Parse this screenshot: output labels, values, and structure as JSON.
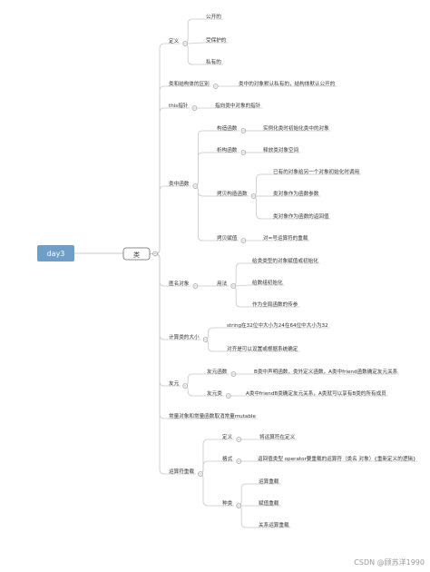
{
  "root": "day3",
  "cls": "类",
  "nodes": [
    {
      "id": "def",
      "label": "定义"
    },
    {
      "id": "def1",
      "label": "公开的"
    },
    {
      "id": "def2",
      "label": "受保护的"
    },
    {
      "id": "def3",
      "label": "私有的"
    },
    {
      "id": "diff",
      "label": "类和结构体的区别"
    },
    {
      "id": "diff1",
      "label": "类中的对象默认私有的，结构体默认公开的"
    },
    {
      "id": "this",
      "label": "this指针"
    },
    {
      "id": "this1",
      "label": "指向类中对象的指针"
    },
    {
      "id": "func",
      "label": "类中函数"
    },
    {
      "id": "ctor",
      "label": "构造函数"
    },
    {
      "id": "ctor1",
      "label": "实例化类时初始化类中的对象"
    },
    {
      "id": "dtor",
      "label": "析构函数"
    },
    {
      "id": "dtor1",
      "label": "释放类对象空间"
    },
    {
      "id": "copy",
      "label": "拷贝构造函数"
    },
    {
      "id": "copy1",
      "label": "已有的对象给另一个对象初始化时调用"
    },
    {
      "id": "copy2",
      "label": "类对象作为函数参数"
    },
    {
      "id": "copy3",
      "label": "类对象作为函数的返回值"
    },
    {
      "id": "assign",
      "label": "拷贝赋值"
    },
    {
      "id": "assign1",
      "label": "对=号运算符的重载"
    },
    {
      "id": "anon",
      "label": "匿名对象"
    },
    {
      "id": "use",
      "label": "用法"
    },
    {
      "id": "use1",
      "label": "给类类型的对象赋值或初始化"
    },
    {
      "id": "use2",
      "label": "给数组初始化"
    },
    {
      "id": "use3",
      "label": "作为全局函数的传参"
    },
    {
      "id": "size",
      "label": "计算类的大小"
    },
    {
      "id": "size1",
      "label": "string在32位中大小为24在64位中大小为32"
    },
    {
      "id": "size2",
      "label": "对齐是可以设置或根据系统确定"
    },
    {
      "id": "friend",
      "label": "友元"
    },
    {
      "id": "ffunc",
      "label": "友元函数"
    },
    {
      "id": "ffunc1",
      "label": "B类中声明函数，类外定义函数，A类中friend函数确定友元关系"
    },
    {
      "id": "fcls",
      "label": "友元类"
    },
    {
      "id": "fcls1",
      "label": "A类中friendB类确定友元关系，A类就可以享有B类的所有成员"
    },
    {
      "id": "const",
      "label": "常量对象和常量函数取消常量mutable"
    },
    {
      "id": "op",
      "label": "运算符重载"
    },
    {
      "id": "opdef",
      "label": "定义"
    },
    {
      "id": "opdef1",
      "label": "将运算符在定义"
    },
    {
      "id": "fmt",
      "label": "格式"
    },
    {
      "id": "fmt1",
      "label": "返回值类型 operator要重载的运算符（类名 对象）{重新定义的逻辑}"
    },
    {
      "id": "kind",
      "label": "种类"
    },
    {
      "id": "kind1",
      "label": "运算重载"
    },
    {
      "id": "kind2",
      "label": "赋值重载"
    },
    {
      "id": "kind3",
      "label": "关系运算重载"
    }
  ],
  "watermark": "CSDN @顾苏洋1990",
  "colors": {
    "root_fill": "#6f9ec9",
    "line": "#c8c8c8",
    "class_fill": "#ffffff",
    "class_stroke": "#666666",
    "text": "#333333"
  }
}
